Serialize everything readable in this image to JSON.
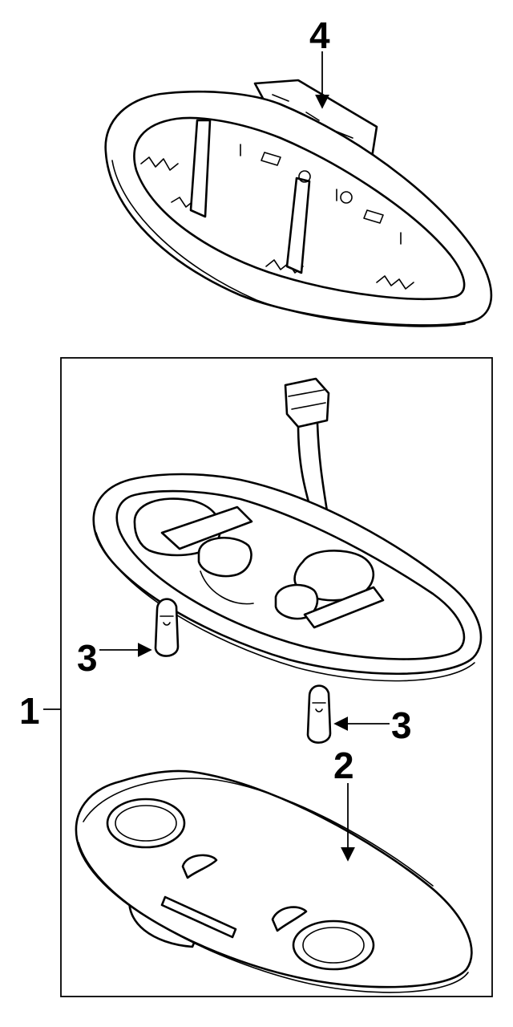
{
  "callouts": {
    "c1": "1",
    "c2": "2",
    "c3a": "3",
    "c3b": "3",
    "c4": "4"
  },
  "colors": {
    "ink": "#000000",
    "paper": "#ffffff"
  }
}
